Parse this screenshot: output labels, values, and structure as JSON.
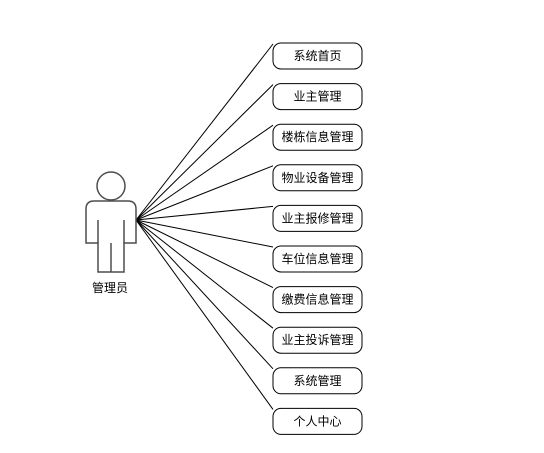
{
  "actor": {
    "label": "管理员"
  },
  "use_cases": [
    {
      "label": "系统首页"
    },
    {
      "label": "业主管理"
    },
    {
      "label": "楼栋信息管理"
    },
    {
      "label": "物业设备管理"
    },
    {
      "label": "业主报修管理"
    },
    {
      "label": "车位信息管理"
    },
    {
      "label": "缴费信息管理"
    },
    {
      "label": "业主投诉管理"
    },
    {
      "label": "系统管理"
    },
    {
      "label": "个人中心"
    }
  ]
}
